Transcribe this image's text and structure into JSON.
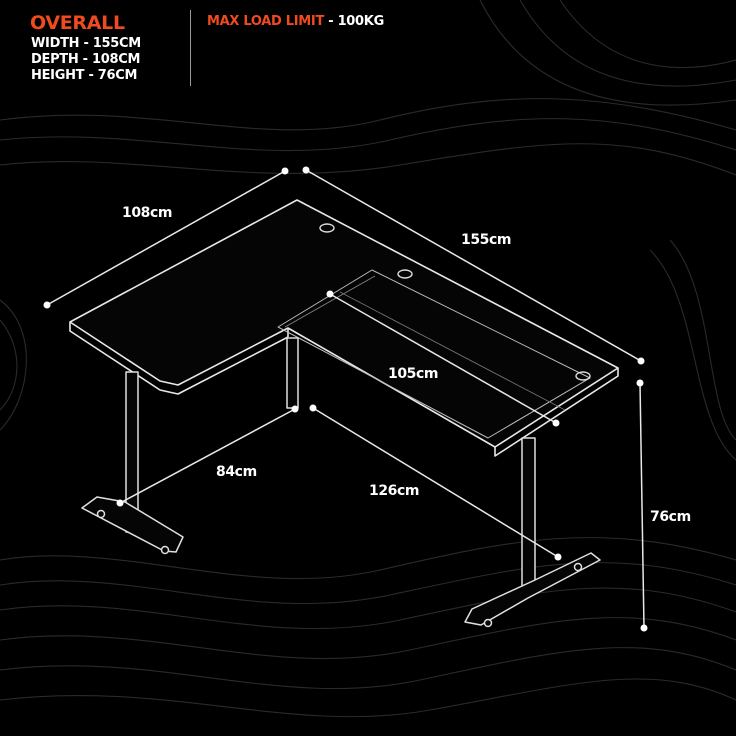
{
  "header": {
    "overall_title": "OVERALL",
    "width": "WIDTH - 155CM",
    "depth": "DEPTH - 108CM",
    "height": "HEIGHT - 76CM",
    "max_load_label": "MAX LOAD LIMIT",
    "max_load_value": " - 100KG"
  },
  "dimensions": {
    "depth_top": "108cm",
    "width_top": "155cm",
    "return_length": "105cm",
    "leg_span_side": "84cm",
    "leg_span_main": "126cm",
    "height": "76cm"
  },
  "colors": {
    "accent": "#f04a1f",
    "background": "#000000",
    "text": "#ffffff"
  }
}
